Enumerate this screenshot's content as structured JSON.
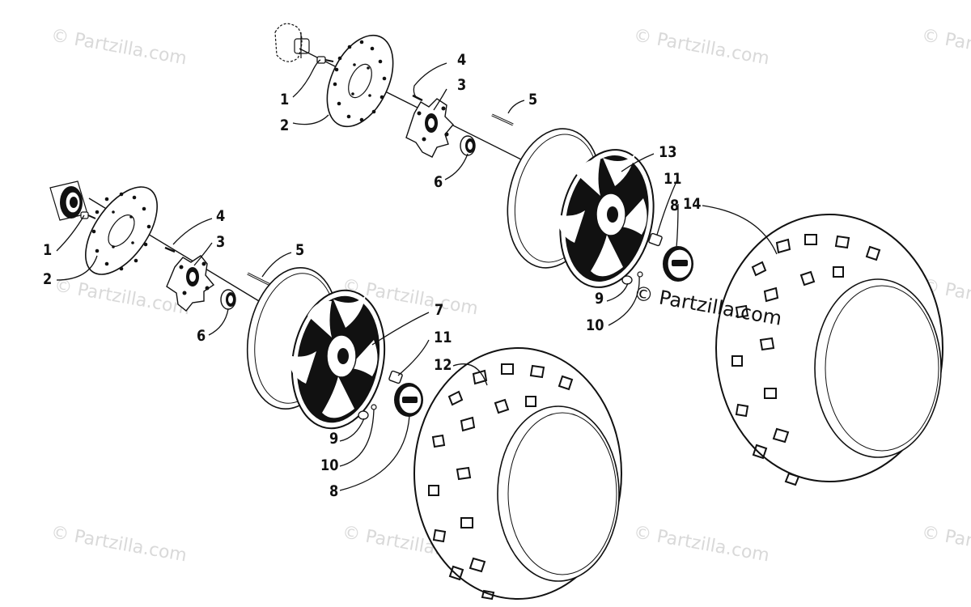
{
  "watermark": "© Partzilla.com",
  "copyright_mark": "© Partzilla.com",
  "colors": {
    "ink": "#111111",
    "watermark": "#d9d9d9"
  },
  "callouts": {
    "upper_1": "1",
    "upper_2": "2",
    "upper_3": "3",
    "upper_4": "4",
    "upper_5": "5",
    "upper_6": "6",
    "upper_13": "13",
    "upper_11": "11",
    "upper_8": "8",
    "upper_14": "14",
    "upper_9": "9",
    "upper_10": "10",
    "lower_1": "1",
    "lower_2": "2",
    "lower_3": "3",
    "lower_4": "4",
    "lower_5": "5",
    "lower_6": "6",
    "lower_7": "7",
    "lower_11": "11",
    "lower_12": "12",
    "lower_9": "9",
    "lower_10": "10",
    "lower_8": "8"
  }
}
